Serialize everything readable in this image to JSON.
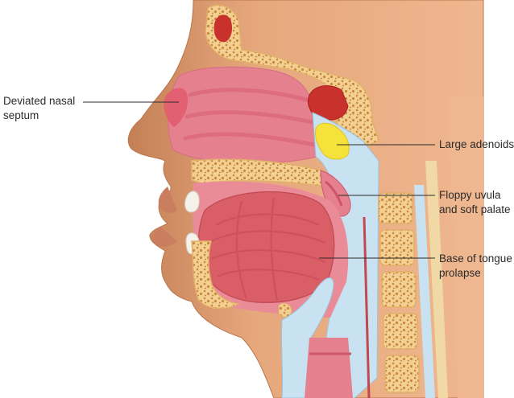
{
  "labels": {
    "septum": {
      "line1": "Deviated nasal",
      "line2": "septum"
    },
    "adenoids": {
      "line1": "Large adenoids"
    },
    "uvula": {
      "line1": "Floppy uvula",
      "line2": "and soft palate"
    },
    "tongue": {
      "line1": "Base of tongue",
      "line2": "prolapse"
    }
  },
  "colors": {
    "skin": "#e7a77c",
    "skin_shadow": "#c9845b",
    "bone": "#f3cf92",
    "bone_dots": "#c98a3e",
    "nasal_cavity": "#e5808f",
    "airway_blue": "#c9e2f1",
    "tongue": "#d95e66",
    "adenoids": "#f5e23a",
    "sinus_red": "#c9322c"
  }
}
